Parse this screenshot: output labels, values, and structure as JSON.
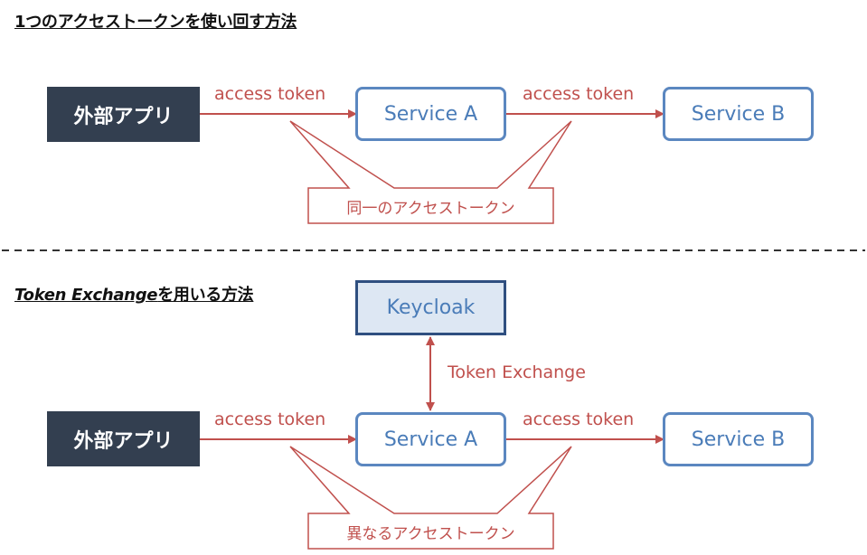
{
  "section1": {
    "title": "1つのアクセストークンを使い回す方法",
    "app_label": "外部アプリ",
    "service_a": "Service A",
    "service_b": "Service B",
    "arrow1_label": "access token",
    "arrow2_label": "access token",
    "callout": "同一のアクセストークン"
  },
  "section2": {
    "title_em": "Token Exchange",
    "title_rest": "を用いる方法",
    "keycloak": "Keycloak",
    "exchange_label": "Token Exchange",
    "app_label": "外部アプリ",
    "service_a": "Service A",
    "service_b": "Service B",
    "arrow1_label": "access token",
    "arrow2_label": "access token",
    "callout": "異なるアクセストークン"
  },
  "colors": {
    "app_bg": "#333f50",
    "service_border": "#5b87c0",
    "keycloak_bg": "#dde7f3",
    "keycloak_border": "#2f4f80",
    "arrow": "#c0504d"
  }
}
